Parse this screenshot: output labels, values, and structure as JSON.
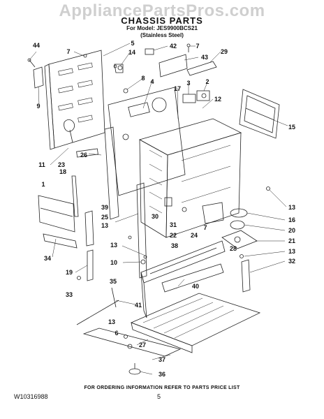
{
  "header": {
    "watermark": "AppliancePartsPros.com",
    "title": "CHASSIS PARTS",
    "model": "For Model: JES9900BCS21",
    "variant": "(Stainless Steel)"
  },
  "footer": {
    "instruction": "FOR ORDERING INFORMATION REFER TO PARTS PRICE LIST",
    "doc_number": "W10316988",
    "page_number": "5"
  },
  "callouts": [
    "44",
    "7",
    "14",
    "5",
    "42",
    "7",
    "43",
    "29",
    "9",
    "8",
    "4",
    "17",
    "3",
    "2",
    "12",
    "15",
    "11",
    "23",
    "26",
    "18",
    "1",
    "39",
    "25",
    "30",
    "31",
    "13",
    "16",
    "20",
    "21",
    "13",
    "13",
    "22",
    "24",
    "7",
    "38",
    "28",
    "10",
    "34",
    "19",
    "33",
    "32",
    "40",
    "35",
    "41",
    "13",
    "6",
    "27",
    "37",
    "36"
  ]
}
